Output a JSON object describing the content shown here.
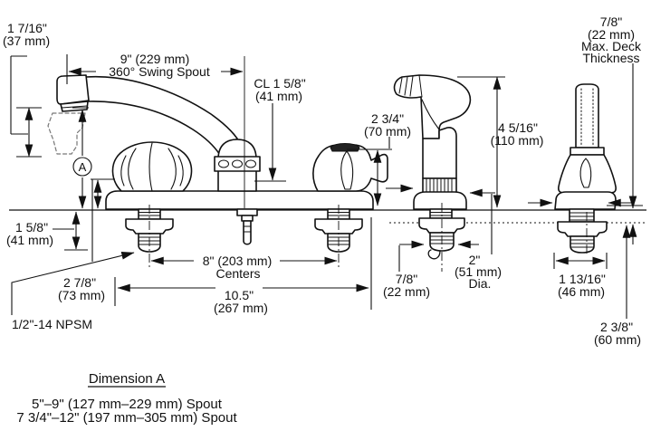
{
  "figure": {
    "background": "#ffffff",
    "ink": "#111111",
    "dashed_ghost": "#777777"
  },
  "labels": {
    "spout_clearance": [
      "1 7/16\"",
      "(37 mm)"
    ],
    "swing_spout": [
      "9\" (229 mm)",
      "360° Swing Spout"
    ],
    "cl_height": [
      "CL 1 5/8\"",
      "(41 mm)"
    ],
    "handle_height": [
      "2 3/4\"",
      "(70 mm)"
    ],
    "deck_thickness": [
      "7/8\"",
      "(22 mm)",
      "Max. Deck",
      "Thickness"
    ],
    "sprayer_height": [
      "4 5/16\"",
      "(110 mm)"
    ],
    "below_deck_left": [
      "1 5/8\"",
      "(41 mm)"
    ],
    "spout_end_offset": [
      "2 7/8\"",
      "(73 mm)"
    ],
    "thread_spec": "1/2\"-14 NPSM",
    "centers": [
      "8\" (203 mm)",
      "Centers"
    ],
    "overall_width": [
      "10.5\"",
      "(267 mm)"
    ],
    "sprayer_shank": [
      "7/8\"",
      "(22 mm)"
    ],
    "sprayer_hole": [
      "2\"",
      "(51 mm)",
      "Dia."
    ],
    "holder_width": [
      "1 13/16\"",
      "(46 mm)"
    ],
    "holder_below_deck": [
      "2 3/8\"",
      "(60 mm)"
    ],
    "circle_a": "A"
  },
  "dimension_a": {
    "title": "Dimension A",
    "rows": [
      "5\"–9\" (127 mm–229 mm) Spout",
      "7 3/4\"–12\" (197 mm–305 mm) Spout"
    ]
  }
}
